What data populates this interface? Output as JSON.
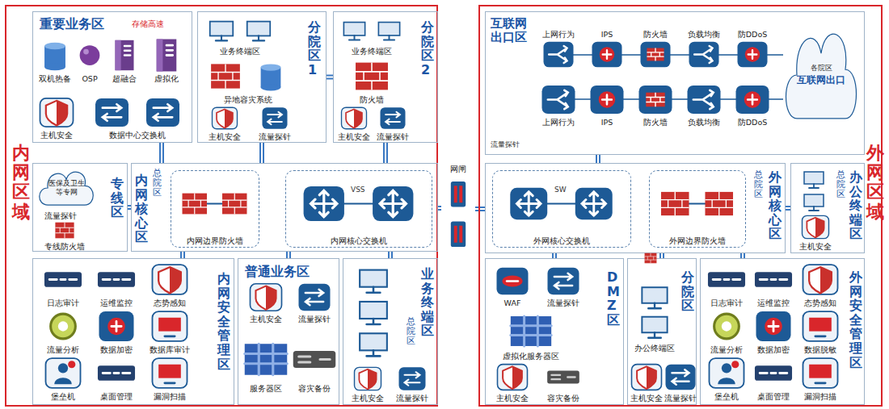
{
  "diagram": {
    "nodes": [
      {
        "text": [
          "内网区域"
        ]
      },
      {
        "text": [
          "重要业务区",
          "存储高速"
        ],
        "in": 0
      },
      {
        "text": [
          "双机热备"
        ],
        "in": 1
      },
      {
        "text": [
          "OSP"
        ],
        "in": 1
      },
      {
        "text": [
          "超融合"
        ],
        "in": 1
      },
      {
        "text": [
          "虚拟化"
        ],
        "in": 1
      },
      {
        "text": [
          "主机安全"
        ],
        "in": 1
      },
      {
        "text": [
          "数据中心交换机"
        ],
        "in": 1
      },
      {
        "text": [
          "分院区1"
        ],
        "in": 0
      },
      {
        "text": [
          "业务终端区"
        ],
        "in": 8
      },
      {
        "text": [
          "异地容灾系统"
        ],
        "in": 8
      },
      {
        "text": [
          "主机安全"
        ],
        "in": 8
      },
      {
        "text": [
          "流量探针"
        ],
        "in": 8
      },
      {
        "text": [
          "分院区2"
        ],
        "in": 0
      },
      {
        "text": [
          "业务终端区"
        ],
        "in": 13
      },
      {
        "text": [
          "防火墙"
        ],
        "in": 13
      },
      {
        "text": [
          "主机安全"
        ],
        "in": 13
      },
      {
        "text": [
          "流量探针"
        ],
        "in": 13
      },
      {
        "text": [
          "专线区"
        ],
        "in": 0
      },
      {
        "text": [
          "医保及卫生等专网"
        ],
        "in": 18
      },
      {
        "text": [
          "流量探针"
        ],
        "in": 18
      },
      {
        "text": [
          "专线防火墙"
        ],
        "in": 18
      },
      {
        "text": [
          "内网核心区",
          "总院区"
        ],
        "in": 0
      },
      {
        "text": [
          "内网边界防火墙"
        ],
        "in": 22
      },
      {
        "text": [
          "内网核心交换机",
          "VSS"
        ],
        "in": 22
      },
      {
        "text": [
          "内网安全管理区"
        ],
        "in": 0
      },
      {
        "text": [
          "日志审计"
        ],
        "in": 25
      },
      {
        "text": [
          "运维监控"
        ],
        "in": 25
      },
      {
        "text": [
          "态势感知"
        ],
        "in": 25
      },
      {
        "text": [
          "流量分析"
        ],
        "in": 25
      },
      {
        "text": [
          "数据加密"
        ],
        "in": 25
      },
      {
        "text": [
          "数据库审计"
        ],
        "in": 25
      },
      {
        "text": [
          "堡垒机"
        ],
        "in": 25
      },
      {
        "text": [
          "桌面管理"
        ],
        "in": 25
      },
      {
        "text": [
          "漏洞扫描"
        ],
        "in": 25
      },
      {
        "text": [
          "普通业务区"
        ],
        "in": 0
      },
      {
        "text": [
          "主机安全"
        ],
        "in": 35
      },
      {
        "text": [
          "流量探针"
        ],
        "in": 35
      },
      {
        "text": [
          "服务器区"
        ],
        "in": 35
      },
      {
        "text": [
          "容灾备份"
        ],
        "in": 35
      },
      {
        "text": [
          "业务终端区",
          "总院区"
        ],
        "in": 0
      },
      {
        "text": [
          "主机安全"
        ],
        "in": 40
      },
      {
        "text": [
          "流量探针"
        ],
        "in": 40
      },
      {
        "text": [
          "网闸"
        ]
      },
      {
        "text": [
          "外网区域"
        ]
      },
      {
        "text": [
          "互联网出口区",
          "流量探针"
        ],
        "in": 44
      },
      {
        "text": [
          "上网行为"
        ],
        "in": 45
      },
      {
        "text": [
          "IPS"
        ],
        "in": 45
      },
      {
        "text": [
          "防火墙"
        ],
        "in": 45
      },
      {
        "text": [
          "负载均衡"
        ],
        "in": 45
      },
      {
        "text": [
          "防DDoS"
        ],
        "in": 45
      },
      {
        "text": [
          "上网行为"
        ],
        "in": 45
      },
      {
        "text": [
          "IPS"
        ],
        "in": 45
      },
      {
        "text": [
          "防火墙"
        ],
        "in": 45
      },
      {
        "text": [
          "负载均衡"
        ],
        "in": 45
      },
      {
        "text": [
          "防DDoS"
        ],
        "in": 45
      },
      {
        "text": [
          "各院区",
          "互联网出口"
        ],
        "in": 45
      },
      {
        "text": [
          "外网核心区",
          "总院区"
        ],
        "in": 44
      },
      {
        "text": [
          "外网核心交换机",
          "SW"
        ],
        "in": 57
      },
      {
        "text": [
          "外网边界防火墙"
        ],
        "in": 57
      },
      {
        "text": [
          "办公终端区",
          "总院区"
        ],
        "in": 44
      },
      {
        "text": [
          "主机安全"
        ],
        "in": 60
      },
      {
        "text": [
          "DMZ区"
        ],
        "in": 44
      },
      {
        "text": [
          "WAF"
        ],
        "in": 62
      },
      {
        "text": [
          "流量探针"
        ],
        "in": 62
      },
      {
        "text": [
          "虚拟化服务器区"
        ],
        "in": 62
      },
      {
        "text": [
          "主机安全"
        ],
        "in": 62
      },
      {
        "text": [
          "容灾备份"
        ],
        "in": 62
      },
      {
        "text": [
          "分院区"
        ],
        "in": 44
      },
      {
        "text": [
          "办公终端区"
        ],
        "in": 68
      },
      {
        "text": [
          "主机安全"
        ],
        "in": 68
      },
      {
        "text": [
          "流量探针"
        ],
        "in": 68
      },
      {
        "text": [
          "外网安全管理区"
        ],
        "in": 44
      },
      {
        "text": [
          "日志审计"
        ],
        "in": 72
      },
      {
        "text": [
          "运维监控"
        ],
        "in": 72
      },
      {
        "text": [
          "态势感知"
        ],
        "in": 72
      },
      {
        "text": [
          "流量分析"
        ],
        "in": 72
      },
      {
        "text": [
          "数据加密"
        ],
        "in": 72
      },
      {
        "text": [
          "数据脱敏"
        ],
        "in": 72
      },
      {
        "text": [
          "堡垒机"
        ],
        "in": 72
      },
      {
        "text": [
          "桌面管理"
        ],
        "in": 72
      },
      {
        "text": [
          "漏洞扫描"
        ],
        "in": 72
      }
    ],
    "edges": [
      {
        "from": 22,
        "to": 1,
        "arrow": "none"
      },
      {
        "from": 22,
        "to": 8,
        "arrow": "none"
      },
      {
        "from": 22,
        "to": 13,
        "arrow": "none"
      },
      {
        "from": 8,
        "to": 13,
        "arrow": "none"
      },
      {
        "from": 18,
        "to": 22,
        "arrow": "none"
      },
      {
        "from": 22,
        "to": 25,
        "arrow": "none"
      },
      {
        "from": 22,
        "to": 35,
        "arrow": "none"
      },
      {
        "from": 22,
        "to": 40,
        "arrow": "none"
      },
      {
        "from": 22,
        "to": 43,
        "arrow": "none"
      },
      {
        "from": 43,
        "to": 57,
        "arrow": "none"
      },
      {
        "from": 57,
        "to": 45,
        "arrow": "none"
      },
      {
        "from": 57,
        "to": 60,
        "arrow": "none"
      },
      {
        "from": 57,
        "to": 62,
        "arrow": "none"
      },
      {
        "from": 57,
        "to": 68,
        "arrow": "none"
      },
      {
        "from": 57,
        "to": 72,
        "arrow": "none"
      }
    ]
  }
}
